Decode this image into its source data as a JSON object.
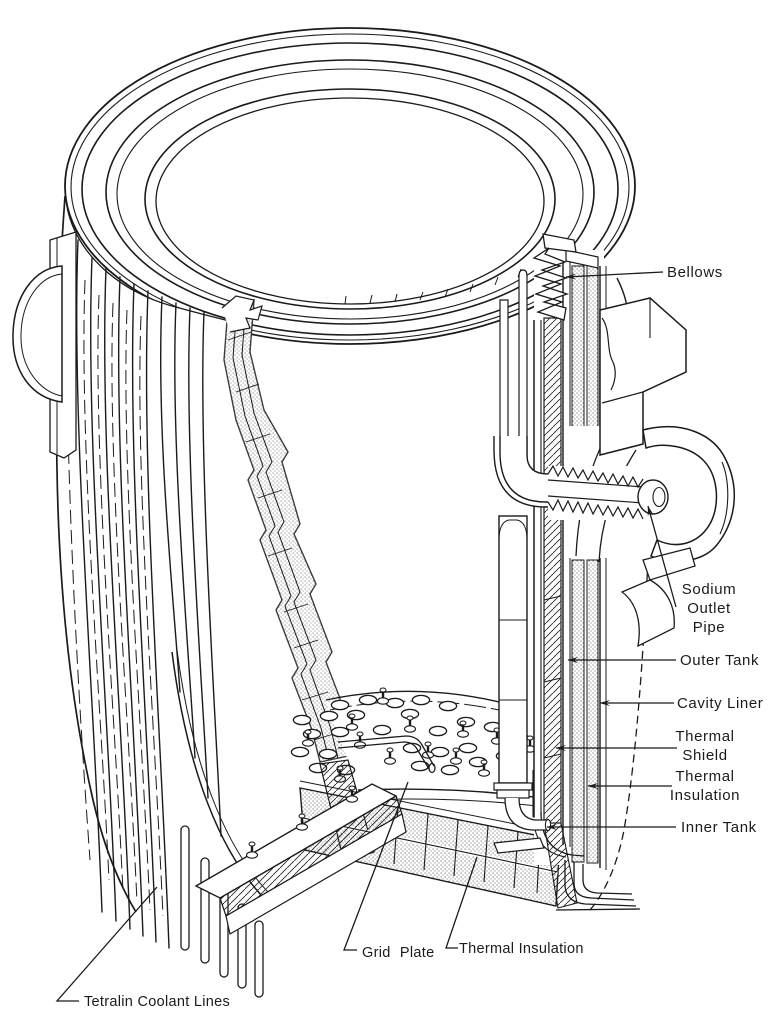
{
  "meta": {
    "background": "#ffffff",
    "ink": "#1b1b1b",
    "figure_type": "reactor-vessel-cutaway-line-drawing"
  },
  "labels": {
    "bellows": "Bellows",
    "sodium_outlet_pipe": [
      "Sodium",
      "Outlet",
      "Pipe"
    ],
    "outer_tank": "Outer Tank",
    "cavity_liner": "Cavity Liner",
    "thermal_shield": [
      "Thermal",
      "Shield"
    ],
    "thermal_insulation_right": [
      "Thermal",
      "Insulation"
    ],
    "inner_tank": "Inner Tank",
    "grid_plate": "Grid Plate",
    "thermal_insulation_bottom": "Thermal Insulation",
    "tetralin_coolant_lines": "Tetralin Coolant Lines"
  }
}
